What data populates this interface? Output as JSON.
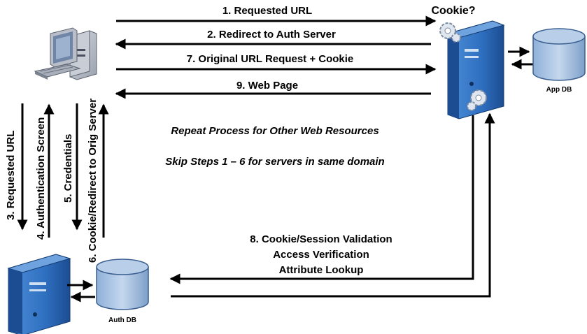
{
  "steps": {
    "s1": "1. Requested URL",
    "s2": "2. Redirect to Auth Server",
    "s7": "7. Original URL Request + Cookie",
    "s9": "9.  Web Page",
    "s3": "3. Requested URL",
    "s4": "4. Authentication Screen",
    "s5": "5. Credentials",
    "s6": "6. Cookie/Redirect to Orig Server",
    "s8_line1": "8. Cookie/Session Validation",
    "s8_line2": "Access Verification",
    "s8_line3": "Attribute Lookup"
  },
  "notes": {
    "repeat": "Repeat Process for Other Web Resources",
    "skip": "Skip Steps 1 – 6 for servers in same domain"
  },
  "labels": {
    "cookie": "Cookie?",
    "app_db": "App DB",
    "auth_db": "Auth DB"
  },
  "icons": {
    "client": "desktop-computer-icon",
    "app_server": "server-tower-icon",
    "auth_server": "server-tower-icon",
    "gear": "gear-icon",
    "database": "database-cylinder-icon"
  },
  "colors": {
    "server_blue": "#2f6fc0",
    "server_dark": "#1c4d92",
    "db_blue": "#a9c4e4",
    "db_stroke": "#3a5f8f",
    "arrow": "#000000"
  }
}
